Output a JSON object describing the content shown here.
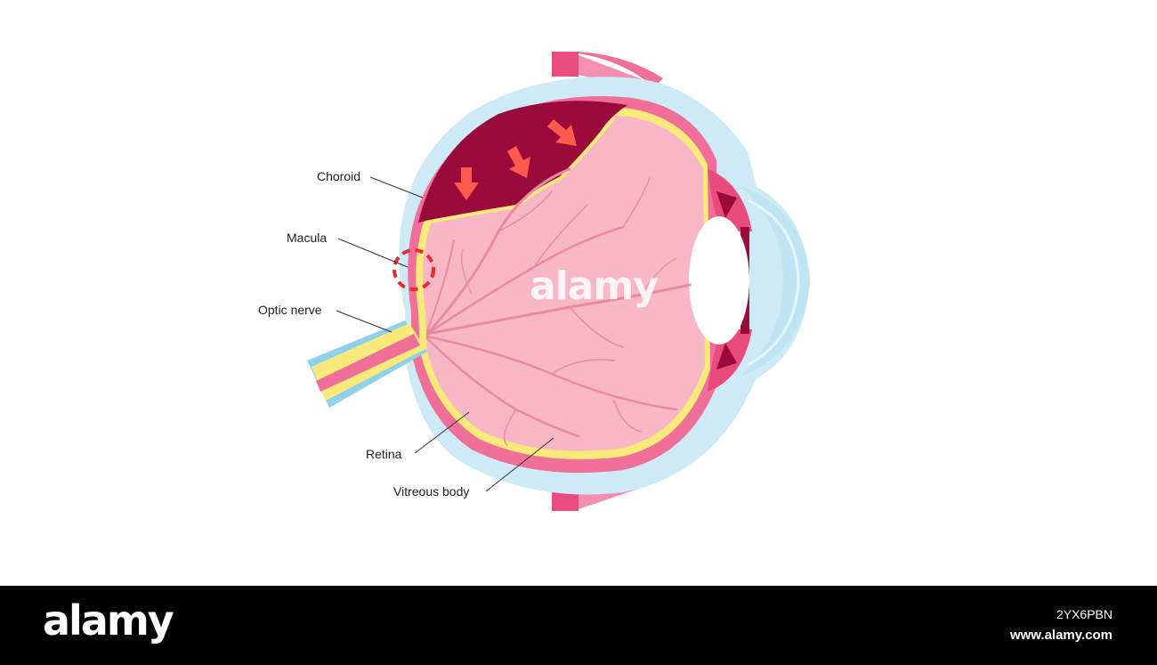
{
  "labels": {
    "choroid": "Choroid",
    "macula": "Macula",
    "optic_nerve": "Optic nerve",
    "retina": "Retina",
    "vitreous_body": "Vitreous body"
  },
  "watermark": "alamy",
  "footer": {
    "brand": "alamy",
    "image_id": "2YX6PBN",
    "site": "www.alamy.com"
  },
  "colors": {
    "sclera": "#cdeaf6",
    "choroid_layer": "#f06f98",
    "retina_line": "#f7ea7a",
    "vitreous": "#f7b7c7",
    "detachment": "#9a0b3b",
    "arrow": "#ff5a4e",
    "macula_marker": "#e62c2c",
    "vessel": "#e98aa3"
  }
}
